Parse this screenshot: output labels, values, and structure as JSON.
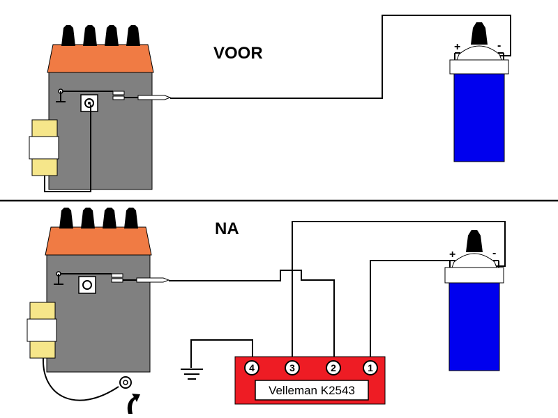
{
  "sections": {
    "before": {
      "title": "VOOR"
    },
    "after": {
      "title": "NA"
    }
  },
  "coil": {
    "plus": "+",
    "minus": "-"
  },
  "module": {
    "label": "Velleman K2543",
    "terminals": [
      "4",
      "3",
      "2",
      "1"
    ]
  },
  "colors": {
    "distributor_cap": "#f07b44",
    "distributor_body": "#808080",
    "lead_boot": "#000000",
    "condenser": "#f6e68a",
    "coil_body": "#0000ee",
    "coil_cap": "#ffffff",
    "module_body": "#ee1c24",
    "wire": "#000000"
  }
}
